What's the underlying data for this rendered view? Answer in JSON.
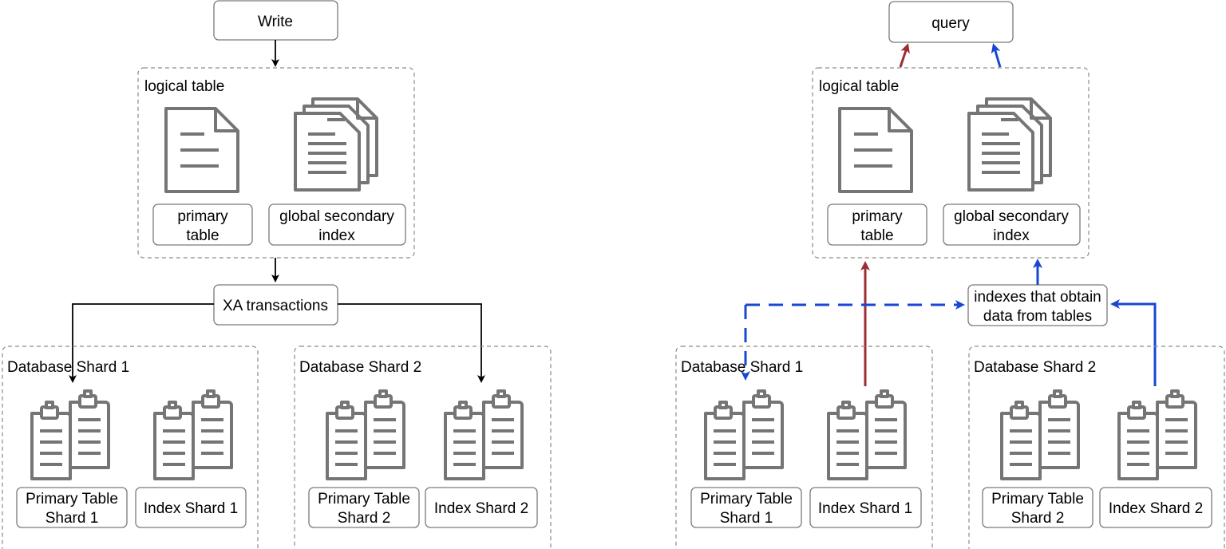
{
  "left": {
    "write_label": "Write",
    "logical_table_label": "logical table",
    "primary_table_label": [
      "primary",
      "table"
    ],
    "gsi_label": [
      "global secondary",
      "index"
    ],
    "xa_label": "XA transactions",
    "shard1": {
      "title": "Database Shard 1",
      "primary_label": [
        "Primary Table",
        "Shard 1"
      ],
      "index_label": "Index Shard 1"
    },
    "shard2": {
      "title": "Database Shard 2",
      "primary_label": [
        "Primary Table",
        "Shard 2"
      ],
      "index_label": "Index Shard 2"
    }
  },
  "right": {
    "query_label": "query",
    "logical_table_label": "logical table",
    "primary_table_label": [
      "primary",
      "table"
    ],
    "gsi_label": [
      "global secondary",
      "index"
    ],
    "lookup_label": [
      "indexes that obtain",
      "data from tables"
    ],
    "shard1": {
      "title": "Database Shard 1",
      "primary_label": [
        "Primary Table",
        "Shard 1"
      ],
      "index_label": "Index Shard 1"
    },
    "shard2": {
      "title": "Database Shard 2",
      "primary_label": [
        "Primary Table",
        "Shard 2"
      ],
      "index_label": "Index Shard 2"
    }
  },
  "colors": {
    "primary_path": "#9b2d35",
    "index_path": "#1747d3",
    "write_path": "#000000",
    "icon": "#757575"
  },
  "icons": {
    "document": "document-icon",
    "stacked_documents": "stacked-documents-icon",
    "clipboard_pair": "clipboard-pair-icon"
  }
}
